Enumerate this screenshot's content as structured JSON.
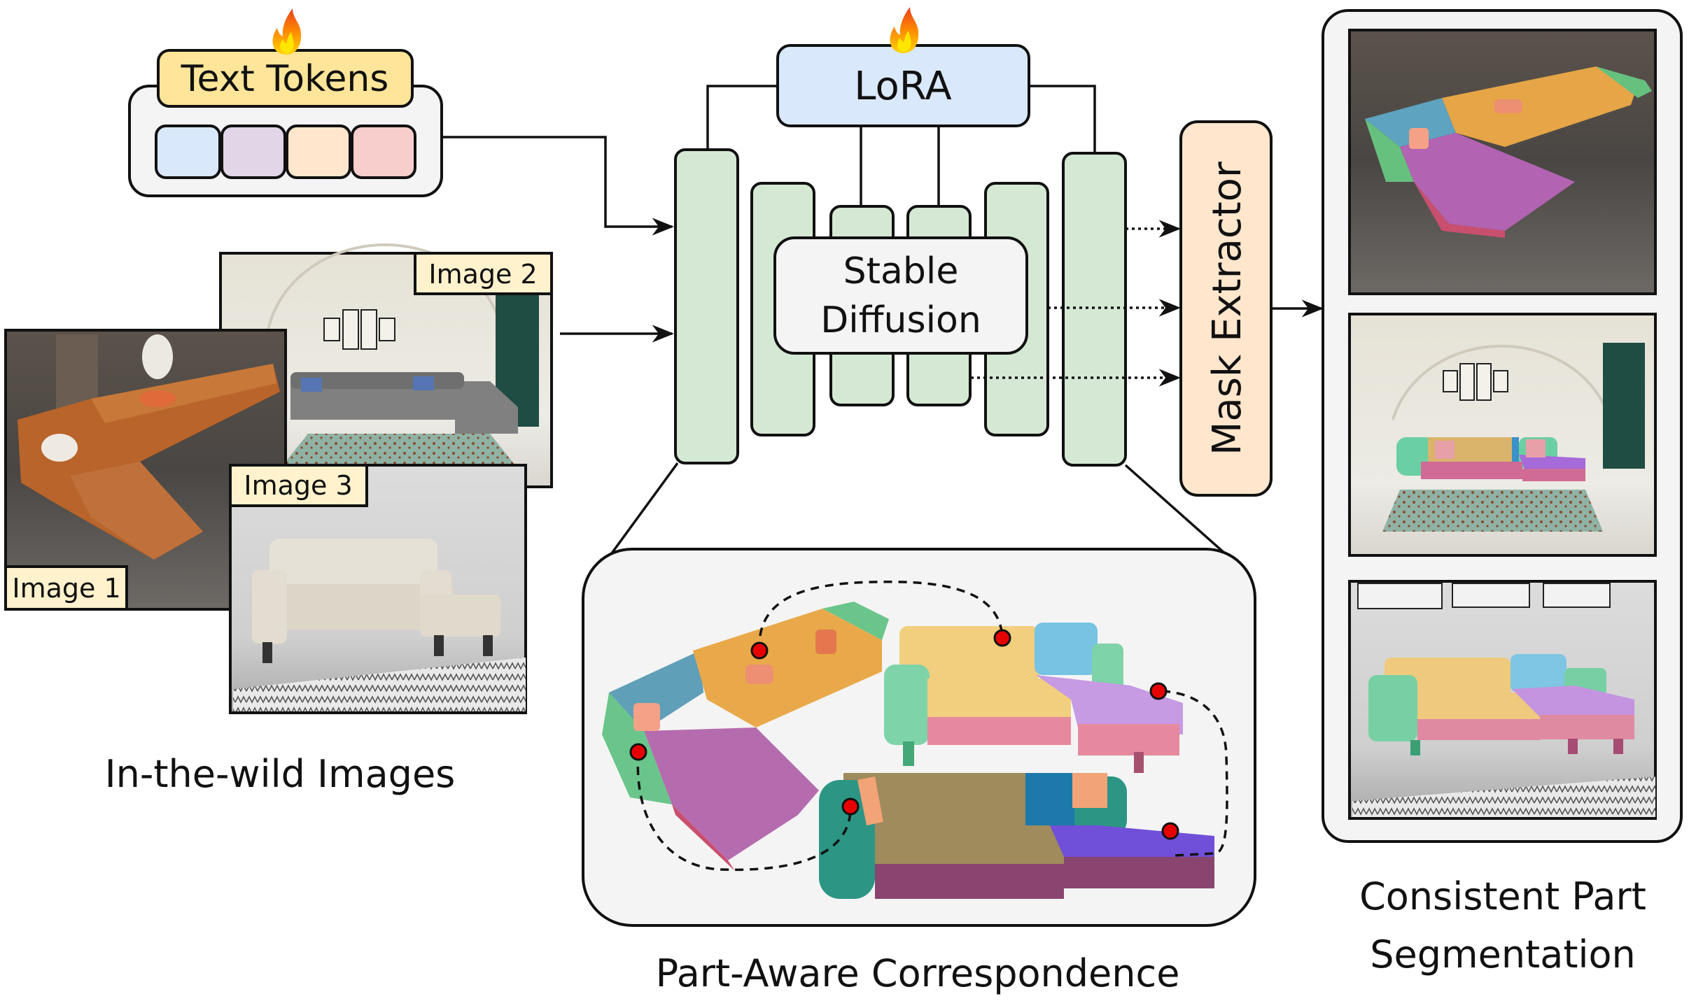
{
  "figure": {
    "inputs": {
      "text_tokens_label": "Text Tokens",
      "token_colors": [
        "#dae8fc",
        "#e1d5e7",
        "#ffe6cc",
        "#f8cecc"
      ],
      "trainable_icon": "fire-icon",
      "images": [
        {
          "label": "Image 1",
          "description": "brown leather L-shaped sectional sofa"
        },
        {
          "label": "Image 2",
          "description": "grey tufted chesterfield sectional sofa"
        },
        {
          "label": "Image 3",
          "description": "beige tufted sofa with ottoman chaise"
        }
      ],
      "caption": "In-the-wild Images"
    },
    "model": {
      "lora_label": "LoRA",
      "backbone_label_line1": "Stable",
      "backbone_label_line2": "Diffusion",
      "unet_blocks": 6,
      "trainable_icon": "fire-icon"
    },
    "mask_extractor_label": "Mask Extractor",
    "correspondence": {
      "caption": "Part-Aware Correspondence",
      "keypoint_color": "#e60000"
    },
    "output": {
      "caption_line1": "Consistent Part",
      "caption_line2": "Segmentation"
    },
    "colors": {
      "token_box_label": "#ffe599",
      "lora": "#dae8fc",
      "unet_block": "#d5e8d4",
      "stable_diffusion": "#f5f5f5",
      "mask_extractor": "#ffe6cc",
      "panel": "#f4f4f4",
      "image_label": "#fff2cc",
      "part_yellow": "#e9b84f",
      "part_blue": "#5fb0d6",
      "part_green": "#6ac997",
      "part_purple": "#b36bc6",
      "part_pink": "#d97a9c",
      "part_violet": "#7b52d8"
    }
  }
}
